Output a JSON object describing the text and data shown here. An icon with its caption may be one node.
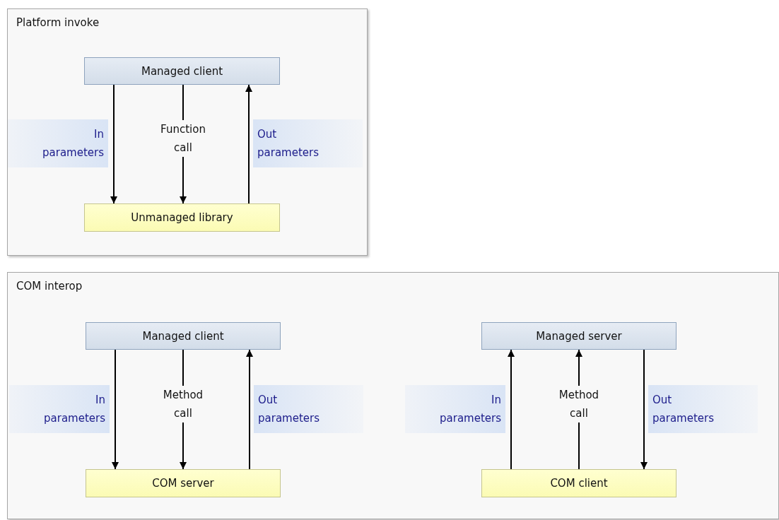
{
  "diagram": {
    "nodes": [
      {
        "text": [
          "Platform invoke"
        ]
      },
      {
        "text": [
          "Managed client"
        ],
        "in": 0
      },
      {
        "text": [
          "Unmanaged library"
        ],
        "in": 0
      },
      {
        "text": [
          "COM interop"
        ]
      },
      {
        "text": [
          "Managed client"
        ],
        "in": 3
      },
      {
        "text": [
          "COM server"
        ],
        "in": 3
      },
      {
        "text": [
          "Managed server"
        ],
        "in": 3
      },
      {
        "text": [
          "COM client"
        ],
        "in": 3
      }
    ],
    "edges": [
      {
        "from": 1,
        "to": 2,
        "arrow": "to",
        "label": "In parameters"
      },
      {
        "from": 1,
        "to": 2,
        "arrow": "to",
        "label": "Function call"
      },
      {
        "from": 2,
        "to": 1,
        "arrow": "to",
        "label": "Out parameters"
      },
      {
        "from": 4,
        "to": 5,
        "arrow": "to",
        "label": "In parameters"
      },
      {
        "from": 4,
        "to": 5,
        "arrow": "to",
        "label": "Method call"
      },
      {
        "from": 5,
        "to": 4,
        "arrow": "to",
        "label": "Out parameters"
      },
      {
        "from": 7,
        "to": 6,
        "arrow": "to",
        "label": "In parameters"
      },
      {
        "from": 7,
        "to": 6,
        "arrow": "to",
        "label": "Method call"
      },
      {
        "from": 6,
        "to": 7,
        "arrow": "to",
        "label": "Out parameters"
      }
    ]
  }
}
